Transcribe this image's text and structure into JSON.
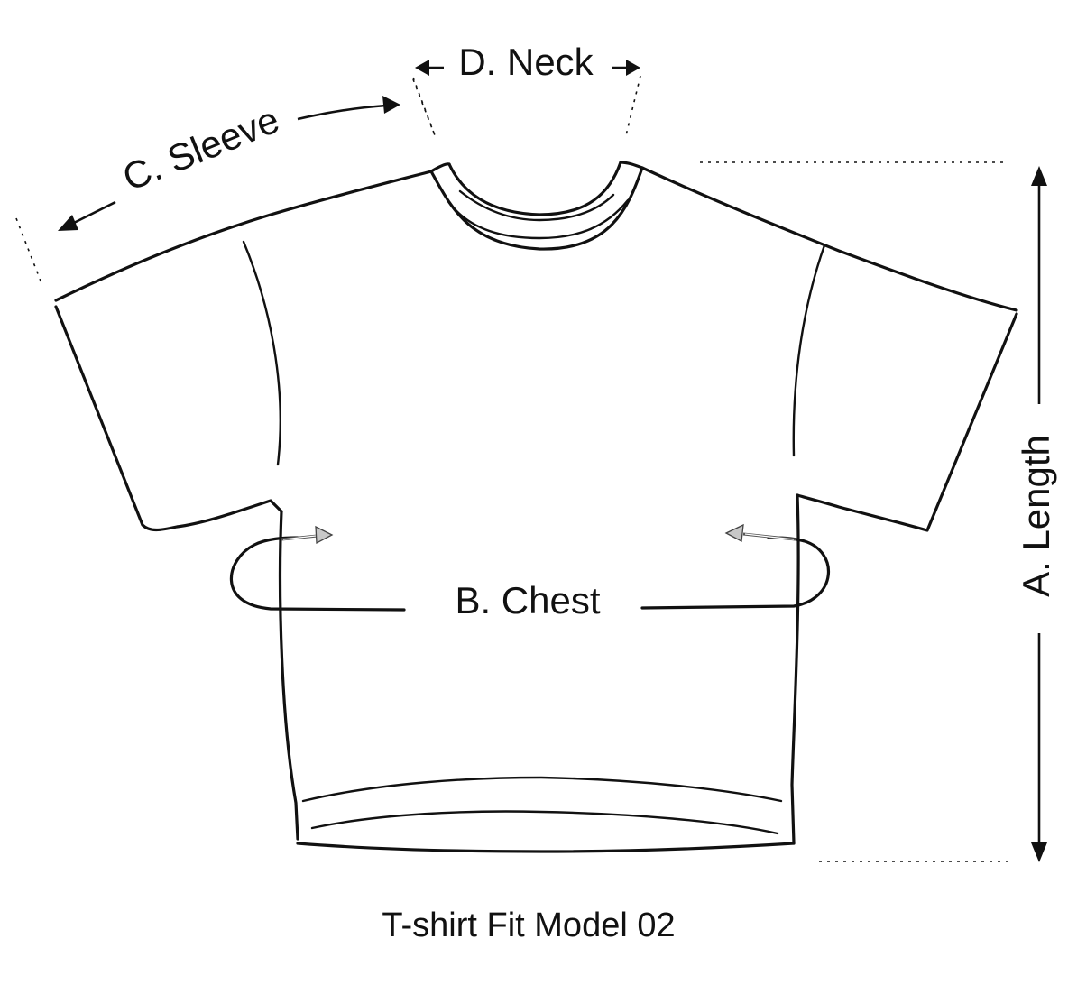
{
  "labels": {
    "length": "A. Length",
    "chest": "B. Chest",
    "sleeve": "C. Sleeve",
    "neck": "D. Neck"
  },
  "caption": "T-shirt Fit Model 02",
  "colors": {
    "line": "#111111",
    "background": "#ffffff",
    "chest_arrow_fill": "#c8c8c8"
  }
}
